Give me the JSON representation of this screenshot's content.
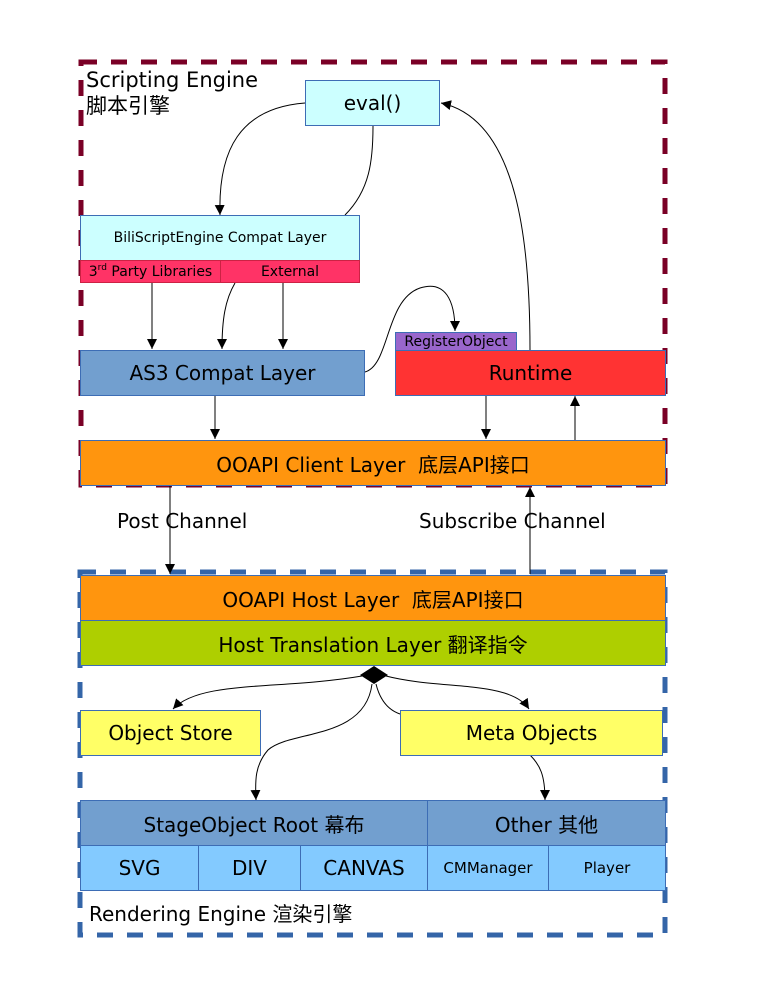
{
  "colors": {
    "scripting_border": "#7a0026",
    "rendering_border": "#3465a8",
    "box_border": "#3d6db5",
    "eval_fill": "#ccffff",
    "compat_fill": "#ccffff",
    "libs_fill": "#ff3366",
    "as3_fill": "#729fcf",
    "runtime_fill": "#ff3333",
    "register_fill": "#9966cc",
    "ooapi_fill": "#ff950e",
    "translation_fill": "#aecf00",
    "yellow_fill": "#ffff66",
    "stage_fill": "#729fcf",
    "leaf_fill": "#83caff",
    "arrow": "#000000"
  },
  "scripting_engine": {
    "title_en": "Scripting Engine",
    "title_zh": "脚本引擎",
    "eval": "eval()",
    "bili_compat": "BiliScriptEngine Compat Layer",
    "third_party_num": "3",
    "third_party_sup": "rd",
    "third_party_rest": " Party Libraries",
    "external": "External",
    "as3_compat": "AS3 Compat Layer",
    "register_object": "RegisterObject",
    "runtime": "Runtime",
    "ooapi_client": "OOAPI Client Layer  底层API接口"
  },
  "channels": {
    "post": "Post Channel",
    "subscribe": "Subscribe Channel"
  },
  "rendering_engine": {
    "ooapi_host": "OOAPI Host Layer  底层API接口",
    "host_translation": "Host Translation Layer 翻译指令",
    "object_store": "Object Store",
    "meta_objects": "Meta Objects",
    "stage_root": "StageObject Root 幕布",
    "other": "Other 其他",
    "stage_children": [
      "SVG",
      "DIV",
      "CANVAS"
    ],
    "other_children": [
      "CMManager",
      "Player"
    ],
    "title": "Rendering Engine 渲染引擎"
  }
}
